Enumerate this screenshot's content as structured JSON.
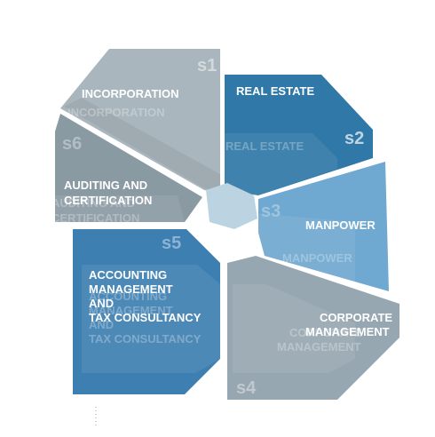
{
  "diagram": {
    "center_color": "#bcd3e2",
    "segments": [
      {
        "id": "s1",
        "title_lines": [
          "INCORPORATION"
        ],
        "color": "#a9b6bd",
        "id_color": "#d3dadd"
      },
      {
        "id": "s2",
        "title_lines": [
          "REAL ESTATE"
        ],
        "color": "#2f78a7",
        "id_color": "#bfd5e4"
      },
      {
        "id": "s3",
        "title_lines": [
          "MANPOWER"
        ],
        "color": "#6fa8d0",
        "id_color": "#9fc4de"
      },
      {
        "id": "s4",
        "title_lines": [
          "CORPORATE",
          "MANAGEMENT"
        ],
        "color": "#97a7b1",
        "id_color": "#bfc9cf"
      },
      {
        "id": "s5",
        "title_lines": [
          "ACCOUNTING",
          "MANAGEMENT",
          "AND",
          "TAX CONSULTANCY"
        ],
        "color": "#3e7fb1",
        "id_color": "#8db3d3"
      },
      {
        "id": "s6",
        "title_lines": [
          "AUDITING AND",
          "CERTIFICATION"
        ],
        "color": "#8a9aa3",
        "id_color": "#b3bec4"
      }
    ]
  }
}
